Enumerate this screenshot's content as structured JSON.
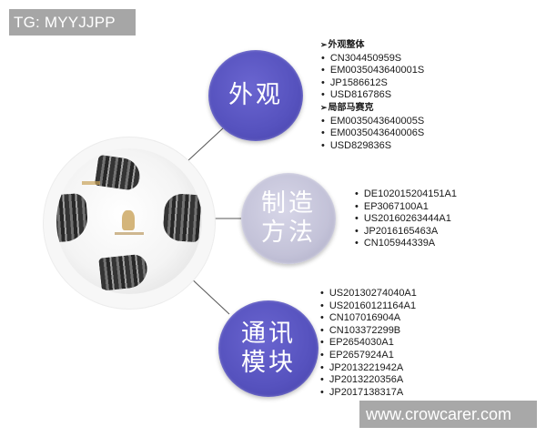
{
  "header": {
    "tag": "TG: MYYJJPP"
  },
  "footer": {
    "watermark": "www.crowcarer.com"
  },
  "center_image": {
    "description": "soccer-ball",
    "icon": "soccer-ball-icon"
  },
  "categories": [
    {
      "label": "外观",
      "color": "#5652be",
      "groups": [
        {
          "heading": "外观整体",
          "items": [
            "CN304450959S",
            "EM0035043640001S",
            "JP1586612S",
            "USD816786S"
          ]
        },
        {
          "heading": "局部马赛克",
          "items": [
            "EM0035043640005S",
            "EM0035043640006S",
            "USD829836S"
          ]
        }
      ]
    },
    {
      "label_line1": "制造",
      "label_line2": "方法",
      "color": "#c3c2d8",
      "items": [
        "DE102015204151A1",
        "EP3067100A1",
        "US20160263444A1",
        "JP2016165463A",
        "CN105944339A"
      ]
    },
    {
      "label_line1": "通讯",
      "label_line2": "模块",
      "color": "#5652be",
      "items": [
        "US20130274040A1",
        "US20160121164A1",
        "CN107016904A",
        "CN103372299B",
        "EP2654030A1",
        "EP2657924A1",
        "JP2013221942A",
        "JP2013220356A",
        "JP2017138317A"
      ]
    }
  ],
  "arrow_glyph": "➢"
}
